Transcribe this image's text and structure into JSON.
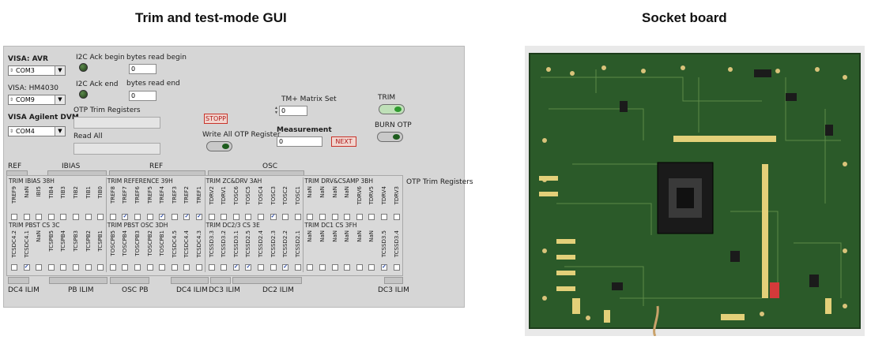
{
  "headings": {
    "left": "Trim and test-mode GUI",
    "right": "Socket board"
  },
  "visa": [
    {
      "label": "VISA: AVR",
      "value": "COM3"
    },
    {
      "label": "VISA: HM4030",
      "value": "COM9"
    },
    {
      "label": "VISA Agilent DVM",
      "value": "COM4"
    }
  ],
  "i2c": {
    "ack_begin": "I2C Ack begin",
    "ack_end": "I2C Ack end",
    "bytes_begin_label": "bytes read begin",
    "bytes_begin": "0",
    "bytes_end_label": "bytes read end",
    "bytes_end": "0"
  },
  "otp": {
    "trim_registers": "OTP Trim Registers",
    "read_all": "Read All",
    "stop": "STOPP",
    "write_all": "Write All OTP Register"
  },
  "tm": {
    "matrix_label": "TM+ Matrix Set",
    "matrix_value": "0",
    "measurement_label": "Measurement",
    "measurement_value": "0",
    "next": "NEXT",
    "trim": "TRIM",
    "burn_otp": "BURN OTP"
  },
  "tabs_top": [
    "REF",
    "IBIAS",
    "REF",
    "OSC"
  ],
  "otp_trim_side": "OTP Trim Registers",
  "row1": {
    "groups": [
      "TRIM IBIAS 38H",
      "TRIM REFERENCE 39H",
      "TRIM ZC&DRV 3AH",
      "TRIM DRV&CSAMP 3BH"
    ],
    "bits": [
      "TREF9",
      "NaN",
      "IBI5",
      "TIB4",
      "TIB3",
      "TIB2",
      "TIB1",
      "TIB0",
      "TREF8",
      "TREF7",
      "TREF6",
      "TREF5",
      "TREF4",
      "TREF3",
      "TREF2",
      "TREF1",
      "TDRV2",
      "TDRV1",
      "TOSC6",
      "TOSC5",
      "TOSC4",
      "TOSC3",
      "TOSC2",
      "TOSC1",
      "NaN",
      "NaN",
      "NaN",
      "NaN",
      "TDRV6",
      "TDRV5",
      "TDRV4",
      "TDRV3"
    ],
    "checked": [
      false,
      false,
      false,
      false,
      false,
      false,
      false,
      false,
      false,
      true,
      false,
      false,
      true,
      false,
      true,
      true,
      false,
      false,
      false,
      false,
      false,
      true,
      false,
      false,
      false,
      false,
      false,
      false,
      false,
      false,
      false,
      false
    ]
  },
  "row2": {
    "groups": [
      "TRIM PBST CS 3C",
      "TRIM PBST OSC 3DH",
      "TRIM DC2/3 CS 3E",
      "TRIM DC1 CS 3FH"
    ],
    "bits": [
      "TCSDC4.2",
      "TCSDC4.1",
      "NaN",
      "TCSPB5",
      "TCSPB4",
      "TCSPB3",
      "TCSPB2",
      "TCSPB1",
      "TOSCPB5",
      "TOSCPB4",
      "TOSCPB3",
      "TOSCPB2",
      "TOSCPB1",
      "TCSDC4.5",
      "TCSDC4.4",
      "TCSDC4.3",
      "TCSSD3.3",
      "TCSSD3.2",
      "TCSSD3.1",
      "TCSSD2.5",
      "TCSSD2.4",
      "TCSSD2.3",
      "TCSSD2.2",
      "TCSSD2.1",
      "NaN",
      "NaN",
      "NaN",
      "NaN",
      "NaN",
      "NaN",
      "TCSSD3.5",
      "TCSSD3.4"
    ],
    "checked": [
      false,
      true,
      false,
      false,
      false,
      false,
      false,
      false,
      false,
      false,
      false,
      false,
      false,
      false,
      false,
      false,
      false,
      false,
      true,
      true,
      false,
      false,
      true,
      false,
      false,
      false,
      false,
      false,
      false,
      false,
      true,
      false
    ]
  },
  "tabs_bottom": [
    "DC4 ILIM",
    "PB ILIM",
    "OSC PB",
    "DC4 ILIM",
    "DC3 ILIM",
    "DC2 ILIM",
    "DC3 ILIM"
  ],
  "colors": {
    "panel": "#d6d6d6",
    "led": "#2f5a24",
    "stop": "#c8332a",
    "pcb": "#2b5a29"
  }
}
